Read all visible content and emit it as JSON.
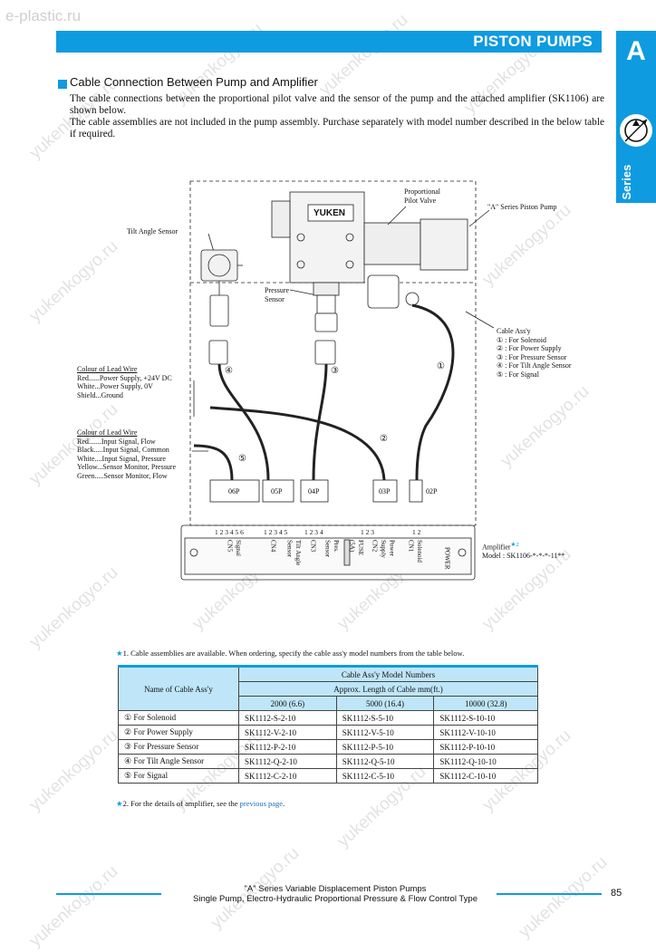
{
  "site_logo": "e-plastic.ru",
  "header": {
    "title": "PISTON PUMPS"
  },
  "side_tab": {
    "letter": "A",
    "series": "\"A\" Series"
  },
  "section": {
    "title": "Cable Connection Between Pump and Amplifier",
    "para1": "The cable connections between the proportional pilot valve and the sensor of the pump and the attached amplifier (SK1106) are shown below.",
    "para2": "The cable assemblies are not included in the pump assembly. Purchase separately with model number described in the below table if required."
  },
  "diagram": {
    "proportional_pilot_valve": "Proportional\nPilot Valve",
    "series_pump": "\"A\" Series Piston Pump",
    "tilt_angle_sensor": "Tilt Angle Sensor",
    "pressure_sensor": "Pressure\nSensor",
    "yuken": "YUKEN",
    "cable_assy_title": "Cable Ass'y",
    "cable_assy_items": [
      "① : For Solenoid",
      "② : For Power Supply",
      "③ : For Pressure Sensor",
      "④ : For Tilt Angle Sensor",
      "⑤ : For Signal"
    ],
    "lead1_title": "Colour of Lead Wire",
    "lead1_lines": [
      "Red......Power Supply, +24V DC",
      "White...Power Supply, 0V",
      "Shield...Ground"
    ],
    "lead2_title": "Colour of Lead Wire",
    "lead2_lines": [
      "Red.......Input Signal, Flow",
      "Black.....Input Signal, Common",
      "White....Input Signal, Pressure",
      "Yellow...Sensor Monitor, Pressure",
      "Green.....Sensor Monitor, Flow"
    ],
    "cable_numbers": [
      "④",
      "③",
      "①",
      "②",
      "⑤"
    ],
    "plugs": [
      "06P",
      "05P",
      "04P",
      "03P",
      "02P"
    ],
    "amp_pin_groups": [
      "1 2 3 4 5 6",
      "1 2 3 4 5",
      "1 2 3 4",
      "1 2 3",
      "1 2"
    ],
    "amp_ports": [
      "Signal\nCN5",
      "CN4",
      "Tilt Angle\nSensor",
      "CN3",
      "Pres.\nSensor",
      "FUSE\n(5A)",
      "Power\nSupply\nCN2",
      "Solenoid\nCN1"
    ],
    "power_label": "POWER",
    "amplifier_label": "Amplifier",
    "amplifier_model": "Model : SK1106-*-*-*-11**"
  },
  "note1": "1. Cable assemblies are available.  When ordering, specify the cable ass'y model numbers from the table below.",
  "table": {
    "col_name_header": "Name of Cable Ass'y",
    "group_header": "Cable Ass'y Model Numbers",
    "sub_header": "Approx. Length of Cable mm(ft.)",
    "lengths": [
      "2000 (6.6)",
      "5000 (16.4)",
      "10000 (32.8)"
    ],
    "rows": [
      {
        "name": "① For Solenoid",
        "values": [
          "SK1112-S-2-10",
          "SK1112-S-5-10",
          "SK1112-S-10-10"
        ]
      },
      {
        "name": "② For Power Supply",
        "values": [
          "SK1112-V-2-10",
          "SK1112-V-5-10",
          "SK1112-V-10-10"
        ]
      },
      {
        "name": "③ For Pressure Sensor",
        "values": [
          "SK1112-P-2-10",
          "SK1112-P-5-10",
          "SK1112-P-10-10"
        ]
      },
      {
        "name": "④ For Tilt Angle Sensor",
        "values": [
          "SK1112-Q-2-10",
          "SK1112-Q-5-10",
          "SK1112-Q-10-10"
        ]
      },
      {
        "name": "⑤ For Signal",
        "values": [
          "SK1112-C-2-10",
          "SK1112-C-5-10",
          "SK1112-C-10-10"
        ]
      }
    ]
  },
  "note2_prefix": "2. For the details of amplifier, see the",
  "note2_link": "previous page",
  "note2_suffix": ".",
  "footer": {
    "line1": "\"A\" Series Variable Displacement Piston Pumps",
    "line2": "Single Pump, Electro-Hydraulic Proportional Pressure & Flow Control Type",
    "page": "85"
  },
  "watermark": "yukenkogyo.ru"
}
